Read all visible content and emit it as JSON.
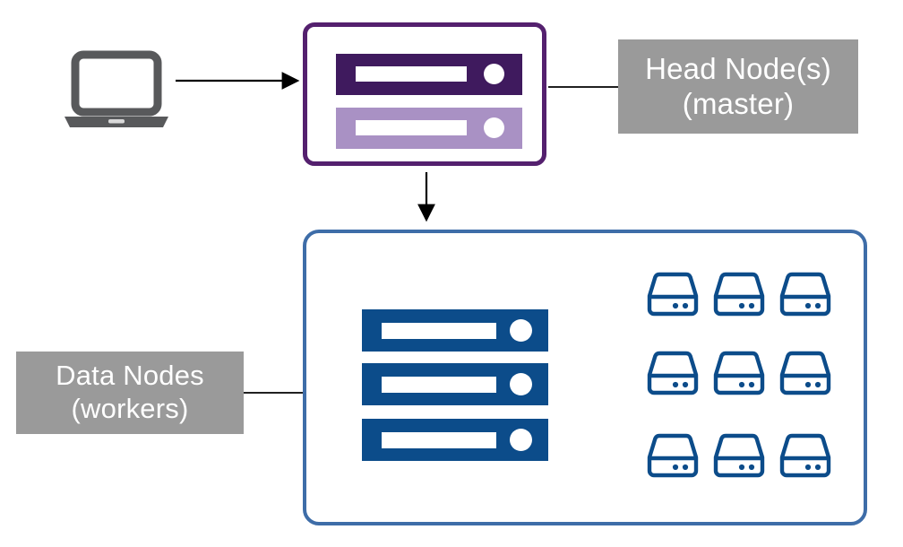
{
  "diagram": {
    "title": "Cluster architecture: head node and data nodes",
    "background": "#ffffff"
  },
  "colors": {
    "head_border": "#54206e",
    "head_server_dark": "#3f1a5e",
    "head_server_light": "#a991c4",
    "data_border": "#3e6da8",
    "data_server": "#0c4c8a",
    "disk_outline": "#0c4c8a",
    "label_background": "#9a9a9a",
    "label_text": "#ffffff",
    "laptop": "#58595b",
    "arrow": "#000000",
    "connector": "#1f3d63"
  },
  "labels": {
    "head": {
      "line1": "Head Node(s)",
      "line2": "(master)"
    },
    "data": {
      "line1": "Data Nodes",
      "line2": "(workers)"
    }
  },
  "head_node": {
    "icon_name": "head-node-group",
    "servers": [
      {
        "name": "head-server-primary",
        "color": "#3f1a5e"
      },
      {
        "name": "head-server-secondary",
        "color": "#a991c4"
      }
    ]
  },
  "data_nodes": {
    "icon_name": "data-node-group",
    "servers": [
      {
        "name": "data-server-1",
        "color": "#0c4c8a",
        "disks": 3
      },
      {
        "name": "data-server-2",
        "color": "#0c4c8a",
        "disks": 3
      },
      {
        "name": "data-server-3",
        "color": "#0c4c8a",
        "disks": 3
      }
    ],
    "disk_rows": [
      [
        "disk-1-1",
        "disk-1-2",
        "disk-1-3"
      ],
      [
        "disk-2-1",
        "disk-2-2",
        "disk-2-3"
      ],
      [
        "disk-3-1",
        "disk-3-2",
        "disk-3-3"
      ]
    ]
  },
  "client": {
    "icon_name": "laptop-icon"
  },
  "connections": [
    {
      "name": "client-to-head",
      "from": "laptop-icon",
      "to": "head-node-group",
      "style": "arrow"
    },
    {
      "name": "head-to-data",
      "from": "head-node-group",
      "to": "data-node-group",
      "style": "arrow"
    },
    {
      "name": "head-label-leader",
      "from": "head-node-group",
      "to": "head-label",
      "style": "line"
    },
    {
      "name": "data-label-leader",
      "from": "data-label",
      "to": "data-node-group",
      "style": "line"
    },
    {
      "name": "server1-to-disks",
      "from": "data-server-1",
      "to": "disk-row-1",
      "style": "elbow"
    },
    {
      "name": "server2-to-disks",
      "from": "data-server-2",
      "to": "disk-row-2",
      "style": "elbow"
    },
    {
      "name": "server3-to-disks",
      "from": "data-server-3",
      "to": "disk-row-3",
      "style": "elbow"
    }
  ]
}
